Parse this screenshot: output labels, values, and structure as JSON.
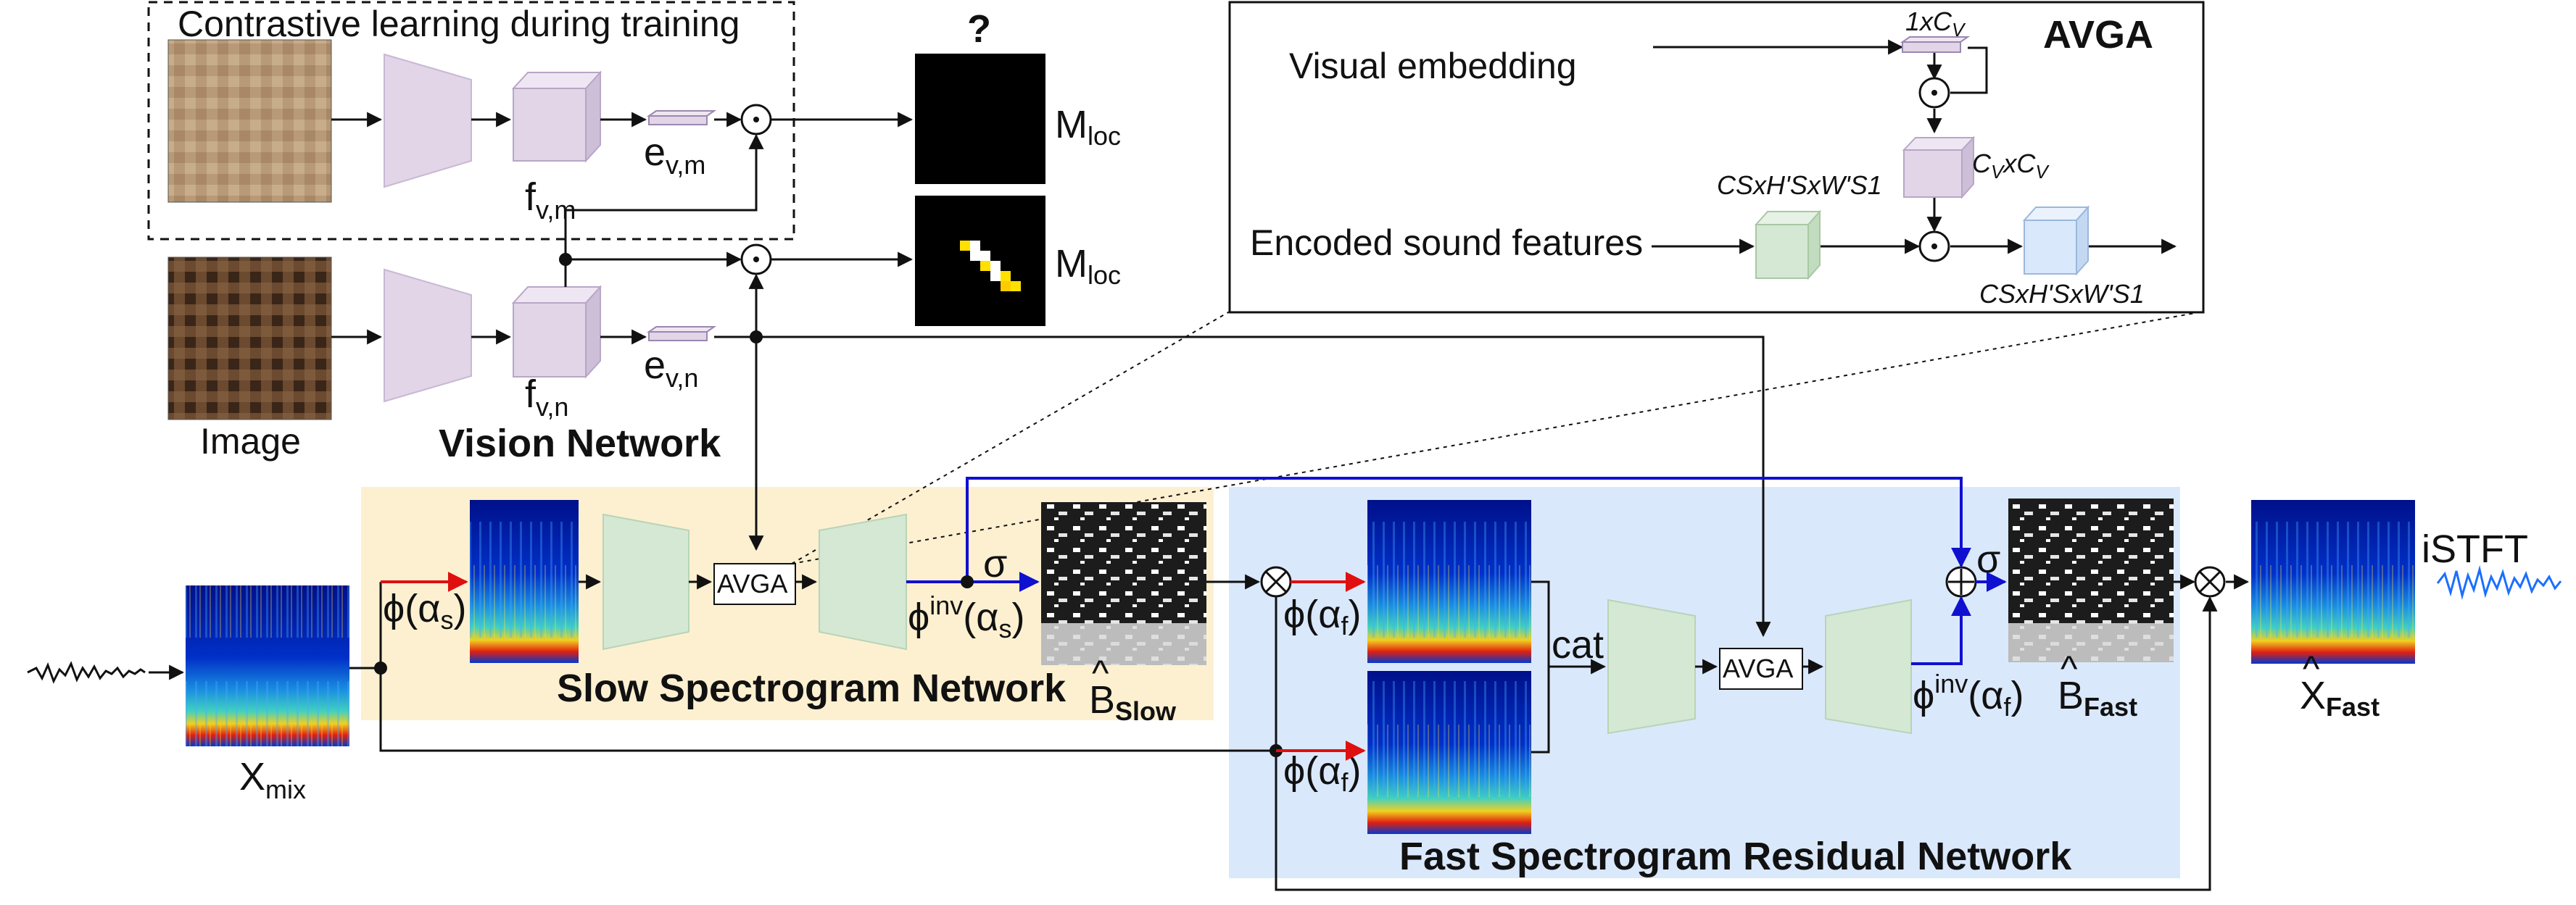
{
  "contrastive_box": {
    "title": "Contrastive learning during training"
  },
  "question_mark": "?",
  "vision": {
    "image_label": "Image",
    "network_label": "Vision Network",
    "f_vm": {
      "base": "f",
      "sub": "v,m"
    },
    "f_vn": {
      "base": "f",
      "sub": "v,n"
    },
    "e_vm": {
      "base": "e",
      "sub": "v,m"
    },
    "e_vn": {
      "base": "e",
      "sub": "v,n"
    },
    "mloc_top": {
      "base": "M",
      "sub": "loc"
    },
    "mloc_bottom": {
      "base": "M",
      "sub": "loc"
    }
  },
  "avga_detail": {
    "title": "AVGA",
    "visual_embedding": "Visual embedding",
    "encoded_sound": "Encoded sound features",
    "dim_1xcv": "1xC",
    "dim_1xcv_sub": "V",
    "dim_cvxcv": "C",
    "dim_cvxcv_sub1": "V",
    "dim_cvxcv_mid": "xC",
    "dim_cvxcv_sub2": "V",
    "dim_cs_in": "CSxH'SxW'S1",
    "dim_cs_out": "CSxH'SxW'S1"
  },
  "slow": {
    "label": "Slow Spectrogram Network",
    "phi": "ϕ(α",
    "phi_sub": "s",
    "phi_close": ")",
    "avga": "AVGA",
    "phi_inv": "ϕ",
    "phi_inv_sup": "inv",
    "phi_inv_arg": "(α",
    "phi_inv_sub": "s",
    "phi_inv_close": ")",
    "sigma": "σ",
    "b_hat": "B",
    "b_hat_sub": "Slow"
  },
  "fast": {
    "label": "Fast Spectrogram Residual Network",
    "phi_top": "ϕ(α",
    "phi_top_sub": "f",
    "phi_bottom": "ϕ(α",
    "phi_bottom_sub": "f",
    "cat": "cat",
    "avga": "AVGA",
    "phi_inv": "ϕ",
    "phi_inv_sup": "inv",
    "phi_inv_arg": "(α",
    "phi_inv_sub": "f",
    "sigma": "σ",
    "b_hat": "B",
    "b_hat_sub": "Fast"
  },
  "output": {
    "x_mix": "X",
    "x_mix_sub": "mix",
    "x_fast": "X",
    "x_fast_sub": "Fast",
    "istft": "iSTFT"
  },
  "colors": {
    "slow_bg": "#fdf0d1",
    "fast_bg": "#dae8fc",
    "purple_block": "#e1d5e7",
    "green_block": "#d5e8d4",
    "blue_block": "#dae8fc",
    "red_arrow": "#e01010",
    "blue_arrow": "#1010d0"
  }
}
